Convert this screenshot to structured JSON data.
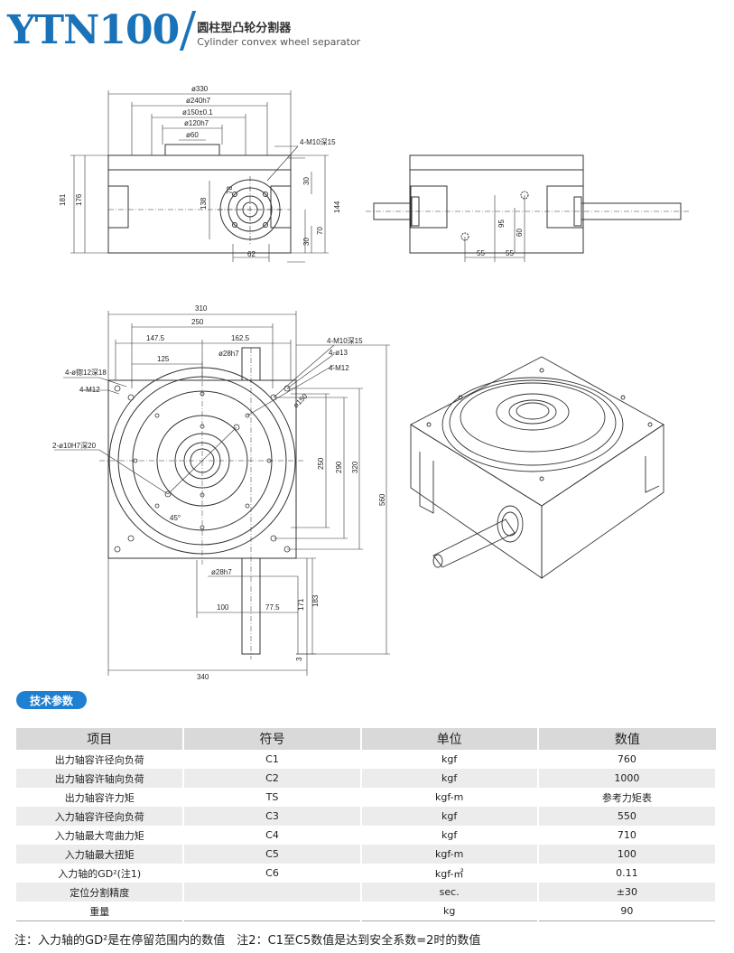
{
  "header": {
    "model": "YTN100",
    "title_cn": "圆柱型凸轮分割器",
    "title_en": "Cylinder convex wheel separator"
  },
  "dims": {
    "top_front": {
      "d330": "ø330",
      "d240": "ø240h7",
      "d150": "ø150±0.1",
      "d120": "ø120h7",
      "d60": "ø60",
      "m10": "4-M10深15",
      "h181": "181",
      "h176": "176",
      "h138": "138",
      "h144": "144",
      "h70": "70",
      "h30a": "30",
      "h30b": "30",
      "h78": "78",
      "w62": "62"
    },
    "top_side": {
      "w55a": "55",
      "w55b": "55",
      "h95": "95",
      "h60": "60"
    },
    "plan": {
      "w310": "310",
      "w250": "250",
      "w147": "147.5",
      "w162": "162.5",
      "w125": "125",
      "d28top": "ø28h7",
      "m10": "4-M10深15",
      "d13": "4-ø13",
      "m12b": "4-M12",
      "pin": "4-ø锪12深18",
      "m12": "4-M12",
      "holes": "2-ø10H7深20",
      "d150": "ø150",
      "h250": "250",
      "h290": "290",
      "h320": "320",
      "h560": "560",
      "deg45": "45°",
      "d28bot": "ø28h7",
      "w100": "100",
      "w77": "77.5",
      "h171": "171",
      "h183": "183",
      "h3": "3",
      "w340": "340"
    }
  },
  "section_tag": "技术参数",
  "table": {
    "headers": [
      "项目",
      "符号",
      "单位",
      "数值"
    ],
    "rows": [
      [
        "出力轴容许径向负荷",
        "C1",
        "kgf",
        "760"
      ],
      [
        "出力轴容许轴向负荷",
        "C2",
        "kgf",
        "1000"
      ],
      [
        "出力轴容许力矩",
        "TS",
        "kgf-m",
        "参考力矩表"
      ],
      [
        "入力轴容许径向负荷",
        "C3",
        "kgf",
        "550"
      ],
      [
        "入力轴最大弯曲力矩",
        "C4",
        "kgf",
        "710"
      ],
      [
        "入力轴最大扭矩",
        "C5",
        "kgf-m",
        "100"
      ],
      [
        "入力轴的GD²(注1)",
        "C6",
        "kgf-㎡",
        "0.11"
      ],
      [
        "定位分割精度",
        "",
        "sec.",
        "±30"
      ],
      [
        "重量",
        "",
        "kg",
        "90"
      ]
    ]
  },
  "note": "注：入力轴的GD²是在停留范围内的数值　注2：C1至C5数值是达到安全系数=2时的数值",
  "colors": {
    "brand": "#1a73b8",
    "tag": "#1f7fd0",
    "header_row": "#d9d9d9",
    "alt_row": "#ececec"
  }
}
